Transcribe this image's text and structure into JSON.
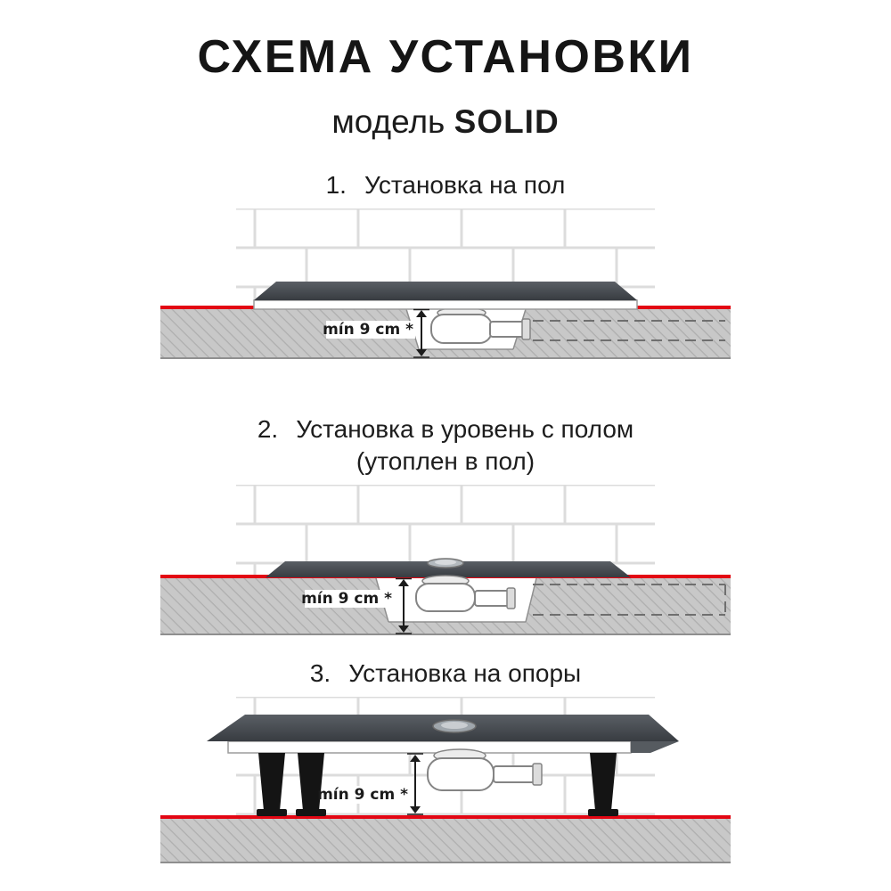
{
  "header": {
    "title": "СХЕМА УСТАНОВКИ",
    "subtitle_prefix": "модель",
    "subtitle_model": "SOLID"
  },
  "sections": [
    {
      "number": "1.",
      "title": "Установка на пол",
      "min_label": "mín 9 cm *"
    },
    {
      "number": "2.",
      "title": "Установка в уровень с полом",
      "subtitle": "(утоплен в пол)",
      "min_label": "mín 9 cm *"
    },
    {
      "number": "3.",
      "title": "Установка на опоры",
      "min_label": "mín 9 cm *"
    }
  ],
  "colors": {
    "accent_red": "#e30613",
    "tray_dark": "#42474c",
    "floor_gray": "#c8c8c8"
  }
}
